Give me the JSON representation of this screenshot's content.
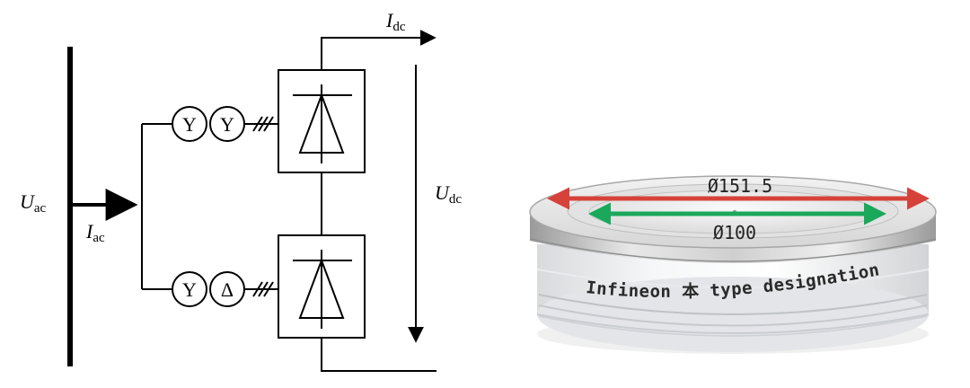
{
  "diagram": {
    "labels": {
      "u_ac": {
        "main": "U",
        "sub": "ac"
      },
      "i_ac": {
        "main": "I",
        "sub": "ac"
      },
      "i_dc": {
        "main": "I",
        "sub": "dc"
      },
      "u_dc": {
        "main": "U",
        "sub": "dc"
      }
    },
    "transformer_top": {
      "primary": "Y",
      "secondary": "Y"
    },
    "transformer_bottom": {
      "primary": "Y",
      "secondary": "Δ"
    }
  },
  "photo": {
    "outer_diameter_label": "Ø151.5",
    "inner_diameter_label": "Ø100",
    "etched_text": "Infineon 本 type designation",
    "colors": {
      "outer_arrow": "#d6423a",
      "inner_arrow": "#1aa85a"
    }
  }
}
